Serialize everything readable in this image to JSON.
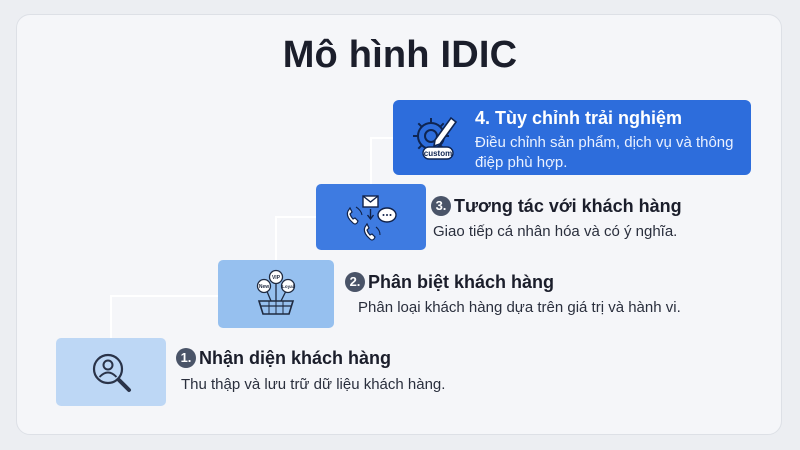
{
  "title": "Mô hình IDIC",
  "steps": [
    {
      "number": "1.",
      "heading": "Nhận diện khách hàng",
      "description": "Thu thập và lưu trữ dữ liệu khách hàng.",
      "icon": "user-search-icon"
    },
    {
      "number": "2.",
      "heading": "Phân biệt khách hàng",
      "description": "Phân loại khách hàng dựa trên giá trị và hành vi.",
      "icon": "customer-segments-basket-icon",
      "icon_labels": [
        "VIP",
        "New",
        "Loyal"
      ]
    },
    {
      "number": "3.",
      "heading": "Tương tác với khách hàng",
      "description": "Giao tiếp cá nhân hóa và có ý nghĩa.",
      "icon": "communication-icon"
    },
    {
      "number": "4.",
      "heading": "4. Tùy chỉnh trải nghiệm",
      "description": "Điều chỉnh sản phẩm, dịch vụ và thông điệp phù hợp.",
      "icon": "custom-gear-pencil-icon",
      "icon_label": "custom"
    }
  ],
  "colors": {
    "step1": "#bdd7f5",
    "step2": "#96c0ef",
    "step3": "#3e7be1",
    "step4": "#2d6ddc",
    "connector": "#ffffff",
    "number_badge": "#4a5468"
  }
}
